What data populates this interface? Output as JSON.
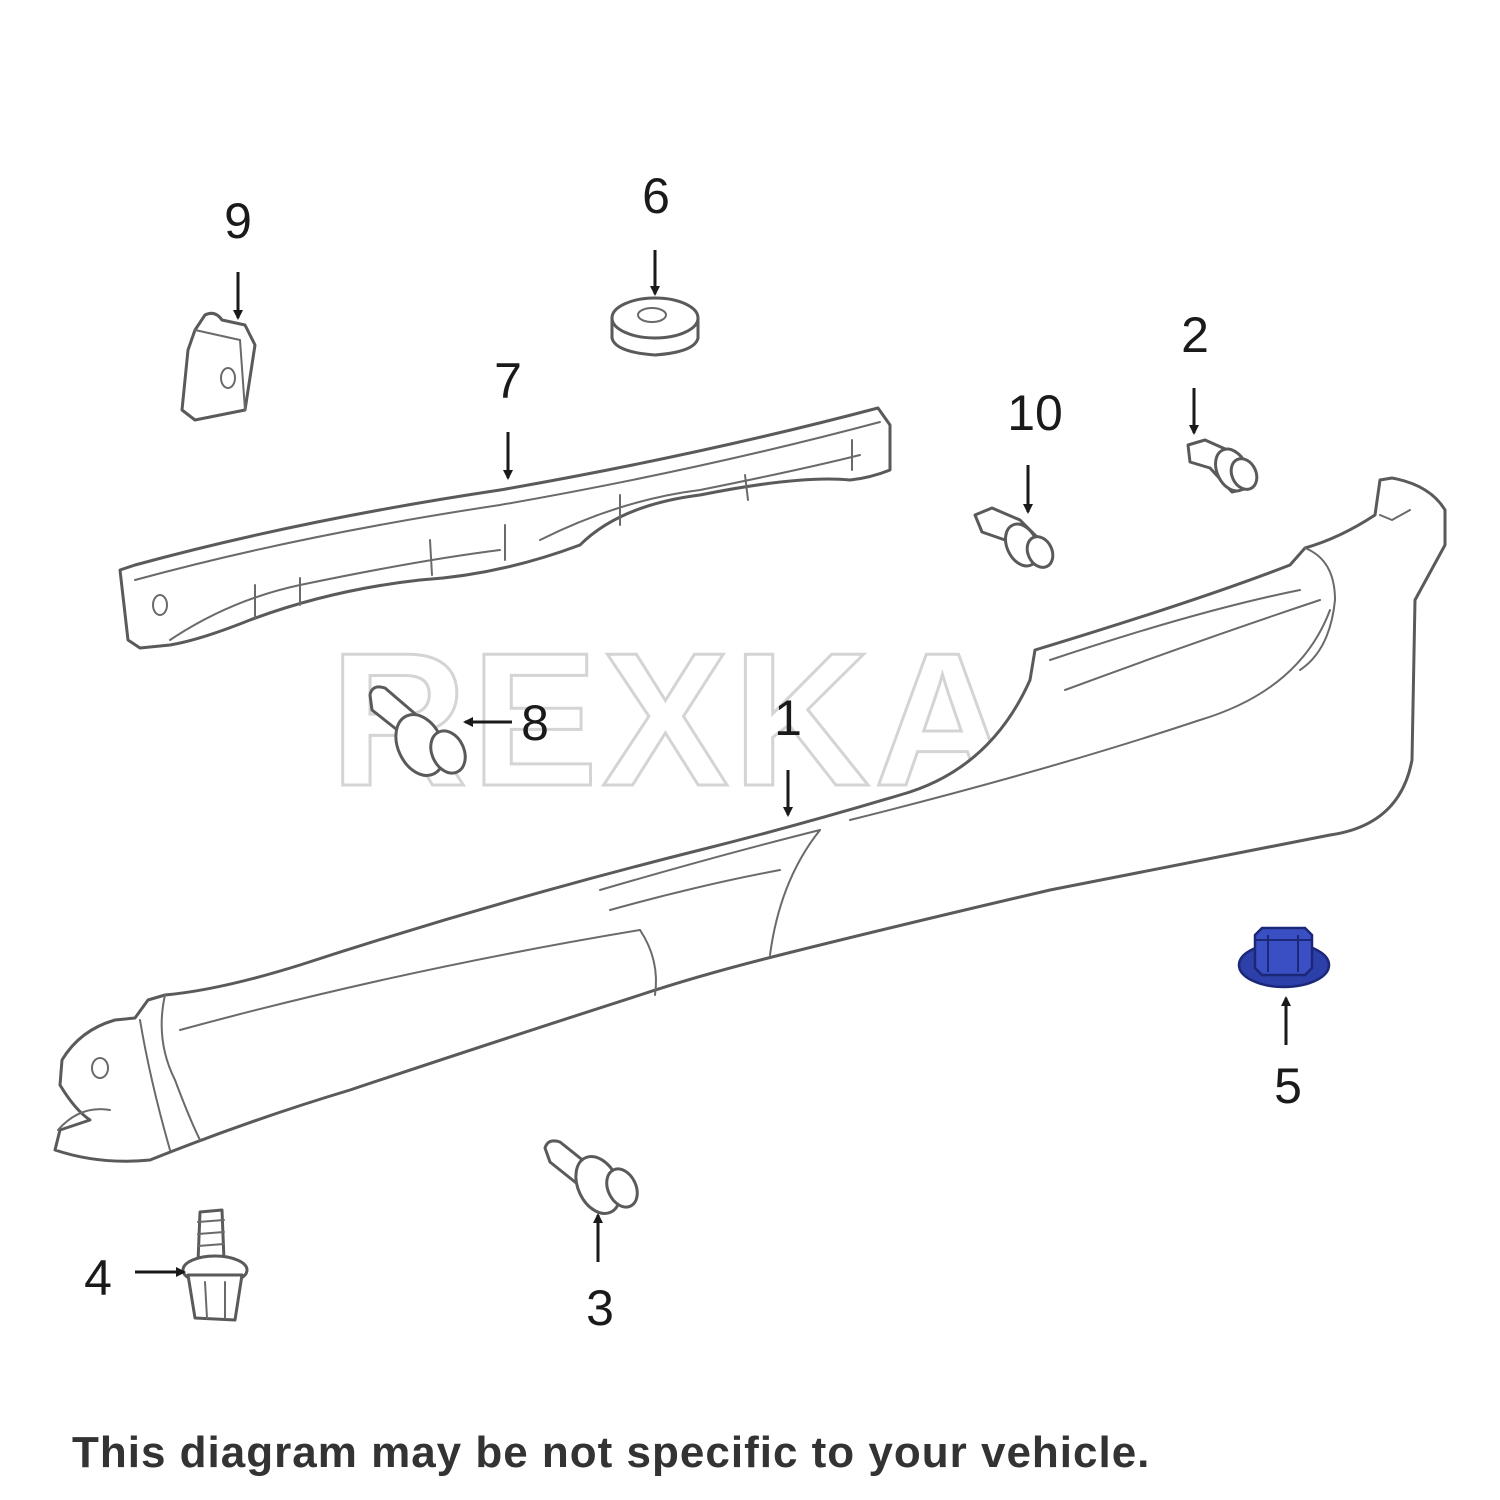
{
  "watermark": "REXKA",
  "footer_note": "This diagram may be not specific to your vehicle.",
  "colors": {
    "outline": "#5a5a5a",
    "callout_text": "#1a1a1a",
    "highlight_part": "#2d3fa8",
    "watermark": "#d4d4d4"
  },
  "callouts": {
    "c1": "1",
    "c2": "2",
    "c3": "3",
    "c4": "4",
    "c5": "5",
    "c6": "6",
    "c7": "7",
    "c8": "8",
    "c9": "9",
    "c10": "10"
  },
  "highlighted_callout": "5"
}
